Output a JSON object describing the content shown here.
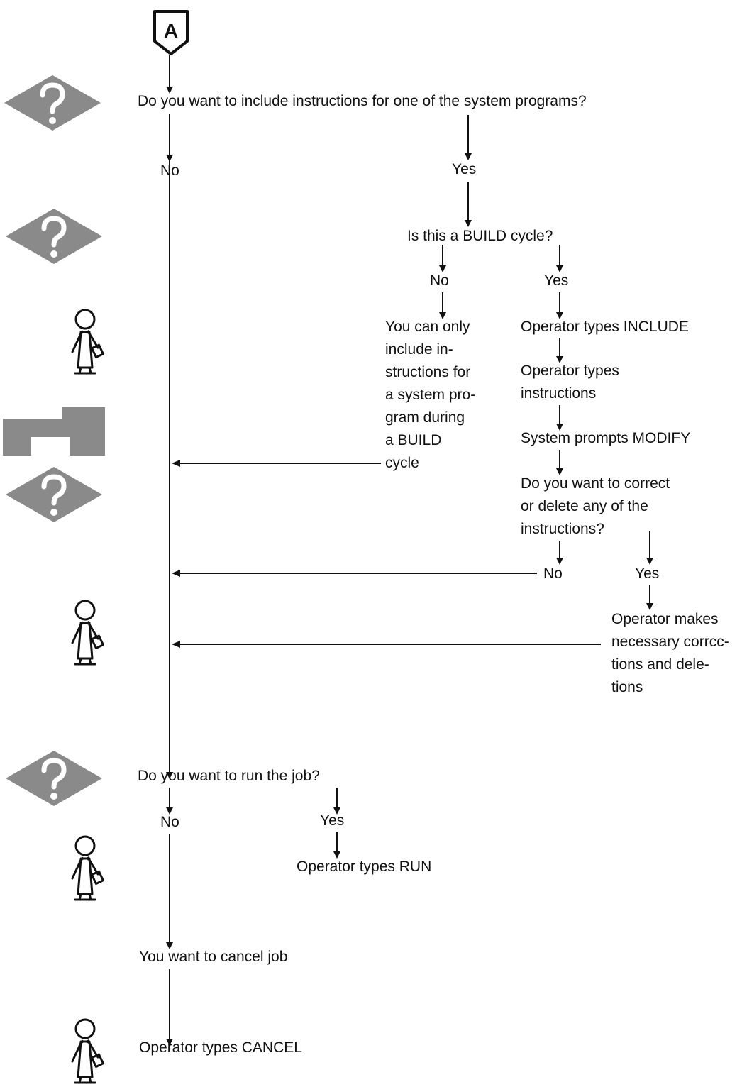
{
  "connector": {
    "label": "A"
  },
  "colors": {
    "ink": "#111111",
    "paper": "#ffffff",
    "shade": "#8a8a8a"
  },
  "icons": {
    "decision": "question-diamond-icon",
    "operator": "operator-figure-icon",
    "system": "terminal-icon"
  },
  "labels": {
    "q_system_programs": "Do you want to include instructions for one of the system programs?",
    "q1_no": "No",
    "q1_yes": "Yes",
    "q_build": "Is this a BUILD cycle?",
    "q2_no": "No",
    "q2_yes": "Yes",
    "note_build_only": [
      "You can only",
      "include in-",
      "structions for",
      "a system pro-",
      "gram during",
      "a BUILD",
      "cycle"
    ],
    "step_include": "Operator types INCLUDE",
    "step_instructions": [
      "Operator types",
      "instructions"
    ],
    "step_modify": "System prompts MODIFY",
    "q_correct": [
      "Do you want to correct",
      "or delete any of the",
      "instructions?"
    ],
    "q3_no": "No",
    "q3_yes": "Yes",
    "step_corrections": [
      "Operator makes",
      "necessary corrcc-",
      "tions and dele-",
      "tions"
    ],
    "q_run": "Do you want to run the job?",
    "q4_no": "No",
    "q4_yes": "Yes",
    "step_run": "Operator types RUN",
    "step_cancel_intent": "You want to cancel job",
    "step_cancel": "Operator types CANCEL"
  }
}
